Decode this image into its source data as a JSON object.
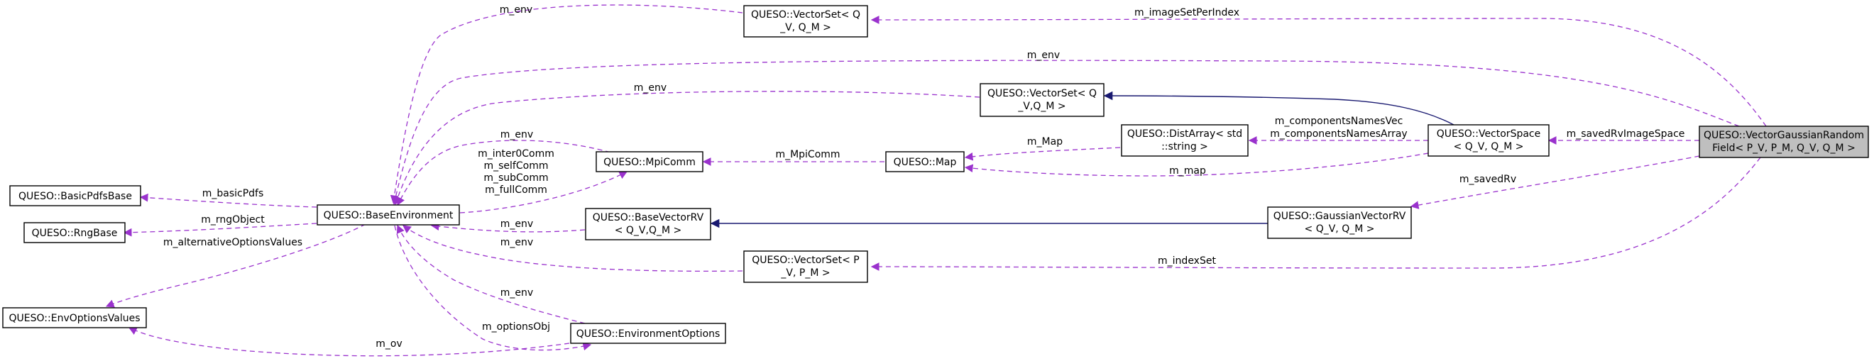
{
  "nodes": {
    "focus": [
      "QUESO::VectorGaussianRandom",
      "Field< P_V, P_M, Q_V, Q_M >"
    ],
    "vectorset_q_top": [
      "QUESO::VectorSet< Q",
      "_V, Q_M >"
    ],
    "vectorset_q_mid": [
      "QUESO::VectorSet< Q",
      "_V,Q_M >"
    ],
    "vectorset_p": [
      "QUESO::VectorSet< P",
      "_V, P_M >"
    ],
    "vectorspace": [
      "QUESO::VectorSpace",
      "< Q_V, Q_M >"
    ],
    "distarray": [
      "QUESO::DistArray< std",
      "::string >"
    ],
    "map": [
      "QUESO::Map"
    ],
    "mpicomm": [
      "QUESO::MpiComm"
    ],
    "baseenv": [
      "QUESO::BaseEnvironment"
    ],
    "basicpdfs": [
      "QUESO::BasicPdfsBase"
    ],
    "rngbase": [
      "QUESO::RngBase"
    ],
    "envoptionsvalues": [
      "QUESO::EnvOptionsValues"
    ],
    "envoptions": [
      "QUESO::EnvironmentOptions"
    ],
    "basevectorrv": [
      "QUESO::BaseVectorRV",
      "< Q_V,Q_M >"
    ],
    "gaussianvectorrv": [
      "QUESO::GaussianVectorRV",
      "< Q_V, Q_M >"
    ]
  },
  "edge_labels": {
    "image_set_per_index": "m_imageSetPerIndex",
    "env_top_left": "m_env",
    "env_long": "m_env",
    "env_mid": "m_env",
    "env_mpicomm": "m_env",
    "comms": [
      "m_inter0Comm",
      "m_selfComm",
      "m_subComm",
      "m_fullComm"
    ],
    "mpicomm_to_map": "m_MpiComm",
    "map_to_distarray": "m_Map",
    "map_to_vectorspace": "m_map",
    "components_names": [
      "m_componentsNamesVec",
      "m_componentsNamesArray"
    ],
    "saved_rv_image_space": "m_savedRvImageSpace",
    "saved_rv": "m_savedRv",
    "index_set": "m_indexSet",
    "basic_pdfs": "m_basicPdfs",
    "rng_object": "m_rngObject",
    "alternative_options": "m_alternativeOptionsValues",
    "env_basevectorrv": "m_env",
    "env_vectorset_p": "m_env",
    "env_envoptions": "m_env",
    "options_obj": "m_optionsObj",
    "ov": "m_ov"
  },
  "colors": {
    "usage_edge": "#9a32cd",
    "inheritance_edge": "#191970",
    "focus_fill": "#bfbfbf"
  }
}
